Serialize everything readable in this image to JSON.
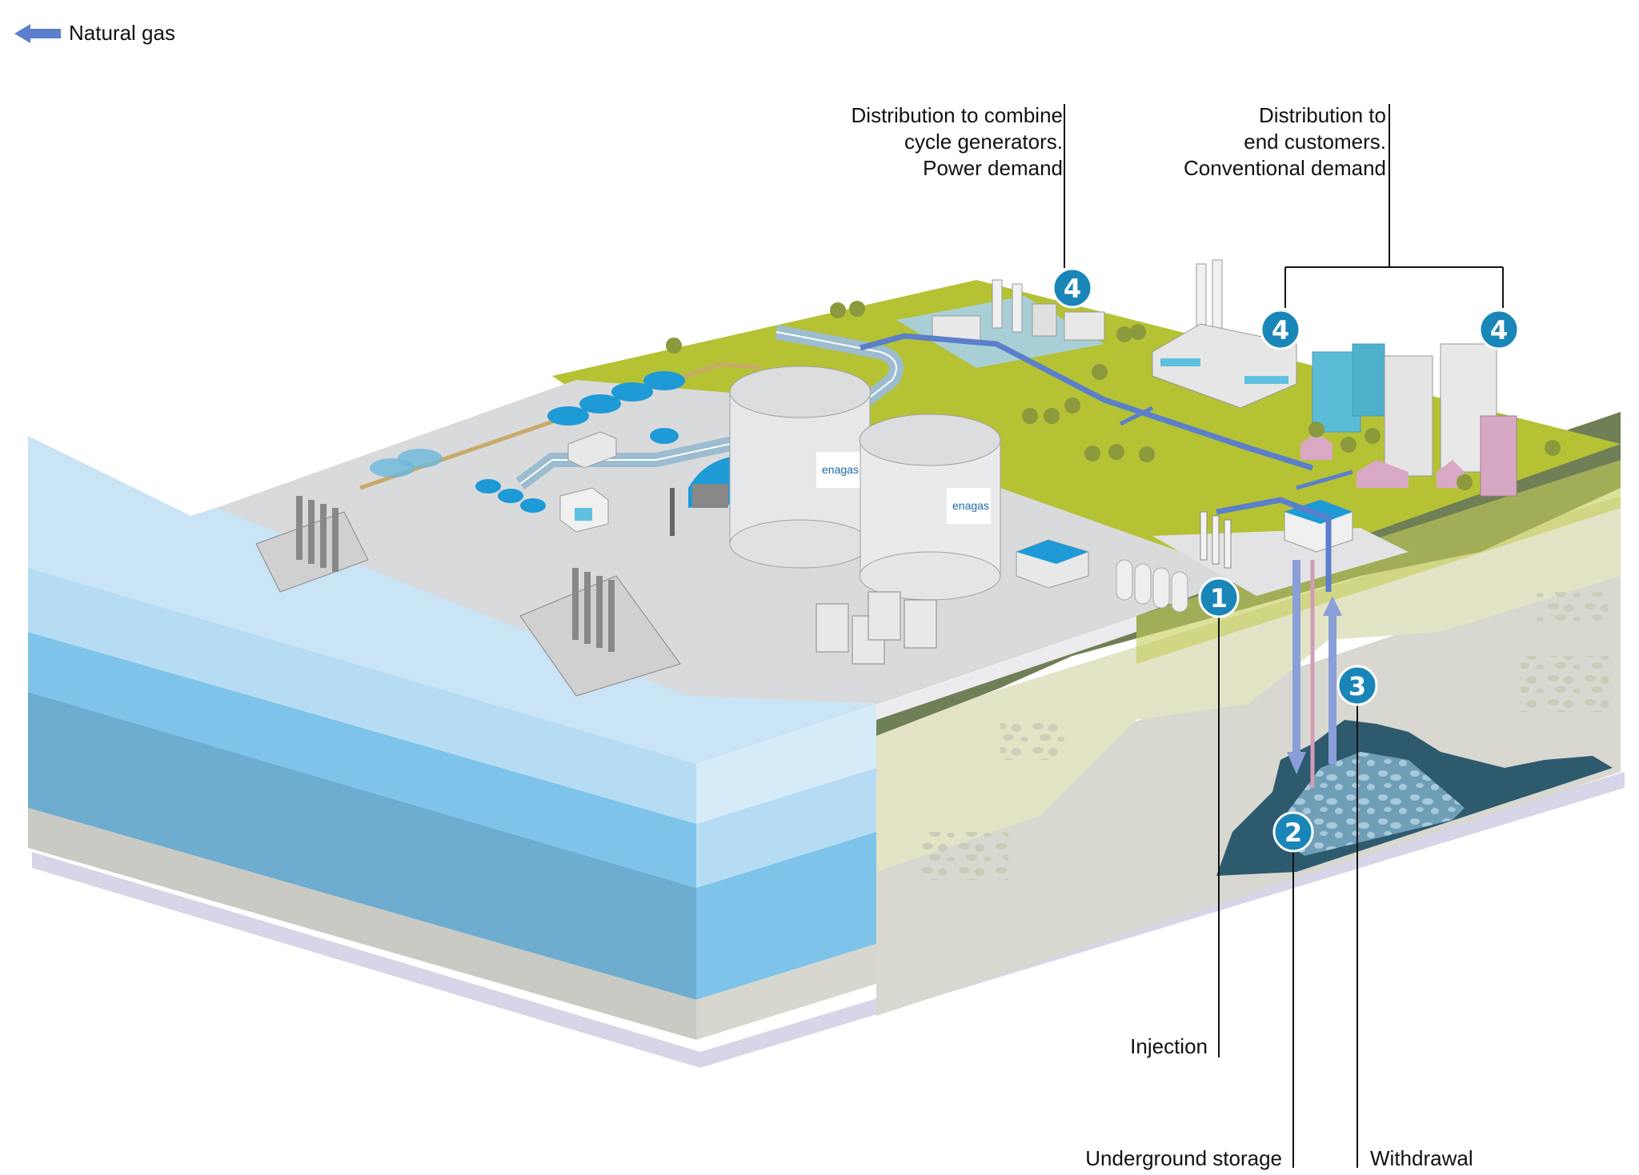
{
  "legend": {
    "arrow_icon": "left-arrow-icon",
    "label": "Natural gas",
    "color": "#5b7fca"
  },
  "callouts": {
    "power_demand": [
      "Distribution to combine",
      "cycle generators.",
      "Power demand"
    ],
    "conventional_demand": [
      "Distribution to",
      "end customers.",
      "Conventional demand"
    ],
    "injection": "Injection",
    "underground_storage": "Underground storage",
    "withdrawal": "Withdrawal"
  },
  "markers": [
    {
      "id": "1",
      "meaning": "Injection"
    },
    {
      "id": "2",
      "meaning": "Underground storage"
    },
    {
      "id": "3",
      "meaning": "Withdrawal"
    },
    {
      "id": "4",
      "meaning": "Distribution"
    }
  ],
  "tank_logo": "enagas",
  "colors": {
    "marker_fill": "#1a86b8",
    "gas_flow": "#5b7fca",
    "gas_flow_light": "#8a9fd8",
    "land_green": "#b5c234",
    "platform_gray": "#d9dadc",
    "soil_dark": "#6f7f56",
    "soil_light": "#e3e3c6",
    "rock_gray": "#d8d8d1",
    "reservoir": "#2e5a6e",
    "water_top": "#c8e4f5",
    "water_mid": "#7ec4ea",
    "water_deep": "#6eacd0",
    "roof_blue": "#1e9ad6"
  }
}
